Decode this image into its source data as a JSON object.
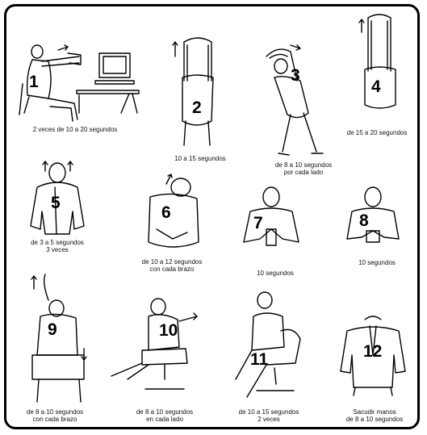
{
  "exercises": [
    {
      "number": "1",
      "caption": [
        "2 veces de 10 a 20 segundos"
      ]
    },
    {
      "number": "2",
      "caption": [
        "10 a 15 segundos"
      ]
    },
    {
      "number": "3",
      "caption": [
        "de 8 a 10 segundos",
        "por cada lado"
      ]
    },
    {
      "number": "4",
      "caption": [
        "de 15 a 20 segundos"
      ]
    },
    {
      "number": "5",
      "caption": [
        "de 3 a 5 segundos",
        "3 veces"
      ]
    },
    {
      "number": "6",
      "caption": [
        "de 10 a 12 segundos",
        "con cada brazo"
      ]
    },
    {
      "number": "7",
      "caption": [
        "10  segundos"
      ]
    },
    {
      "number": "8",
      "caption": [
        "10  segundos"
      ]
    },
    {
      "number": "9",
      "caption": [
        "de 8 a 10  segundos",
        "con cada brazo"
      ]
    },
    {
      "number": "10",
      "caption": [
        "de 8 a 10  segundos",
        "en cada lado"
      ]
    },
    {
      "number": "11",
      "caption": [
        "de 10 a 15  segundos",
        "2 veces"
      ]
    },
    {
      "number": "12",
      "caption": [
        "Sacudir manos",
        "de 8 a 10 segundos"
      ]
    }
  ]
}
